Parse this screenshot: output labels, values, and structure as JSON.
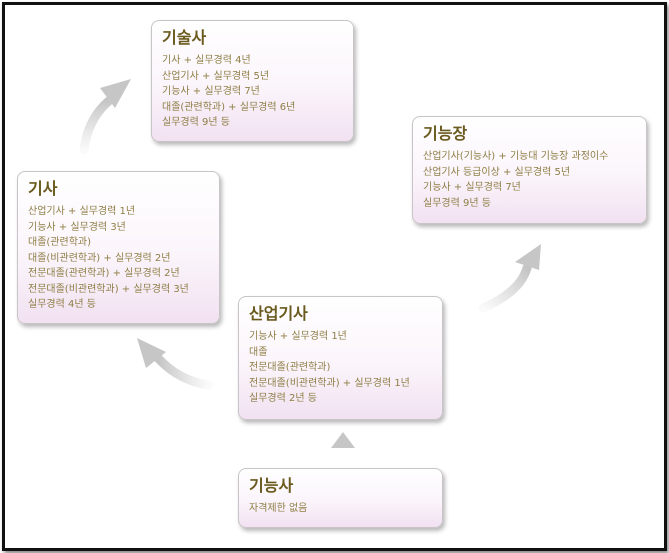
{
  "nodes": {
    "gisulsa": {
      "title": "기술사",
      "lines": [
        "기사 + 실무경력 4년",
        "산업기사 + 실무경력 5년",
        "기능사 + 실무경력 7년",
        "대졸(관련학과) + 실무경력 6년",
        "실무경력 9년 등"
      ]
    },
    "gineungjang": {
      "title": "기능장",
      "lines": [
        "산업기사(기능사) + 기능대 기능장 과정이수",
        "산업기사 등급이상 + 실무경력 5년",
        "기능사 + 실무경력 7년",
        "실무경력 9년 등"
      ]
    },
    "gisa": {
      "title": "기사",
      "lines": [
        "산업기사 + 실무경력 1년",
        "기능사 + 실무경력 3년",
        "대졸(관련학과)",
        "대졸(비관련학과) + 실무경력 2년",
        "전문대졸(관련학과) + 실무경력 2년",
        "전문대졸(비관련학과) + 실무경력 3년",
        "실무경력 4년 등"
      ]
    },
    "saneopgisa": {
      "title": "산업기사",
      "lines": [
        "기능사 + 실무경력 1년",
        "대졸",
        "전문대졸(관련학과)",
        "전문대졸(비관련학과) + 실무경력 1년",
        "실무경력 2년 등"
      ]
    },
    "gineungsa": {
      "title": "기능사",
      "lines": [
        "자격제한 없음"
      ]
    }
  },
  "colors": {
    "title": "#6a5a1e",
    "text": "#8e7e45",
    "arrow": "#cfcfcf",
    "card_top": "#ffffff",
    "card_bottom": "#f1e1f1"
  }
}
